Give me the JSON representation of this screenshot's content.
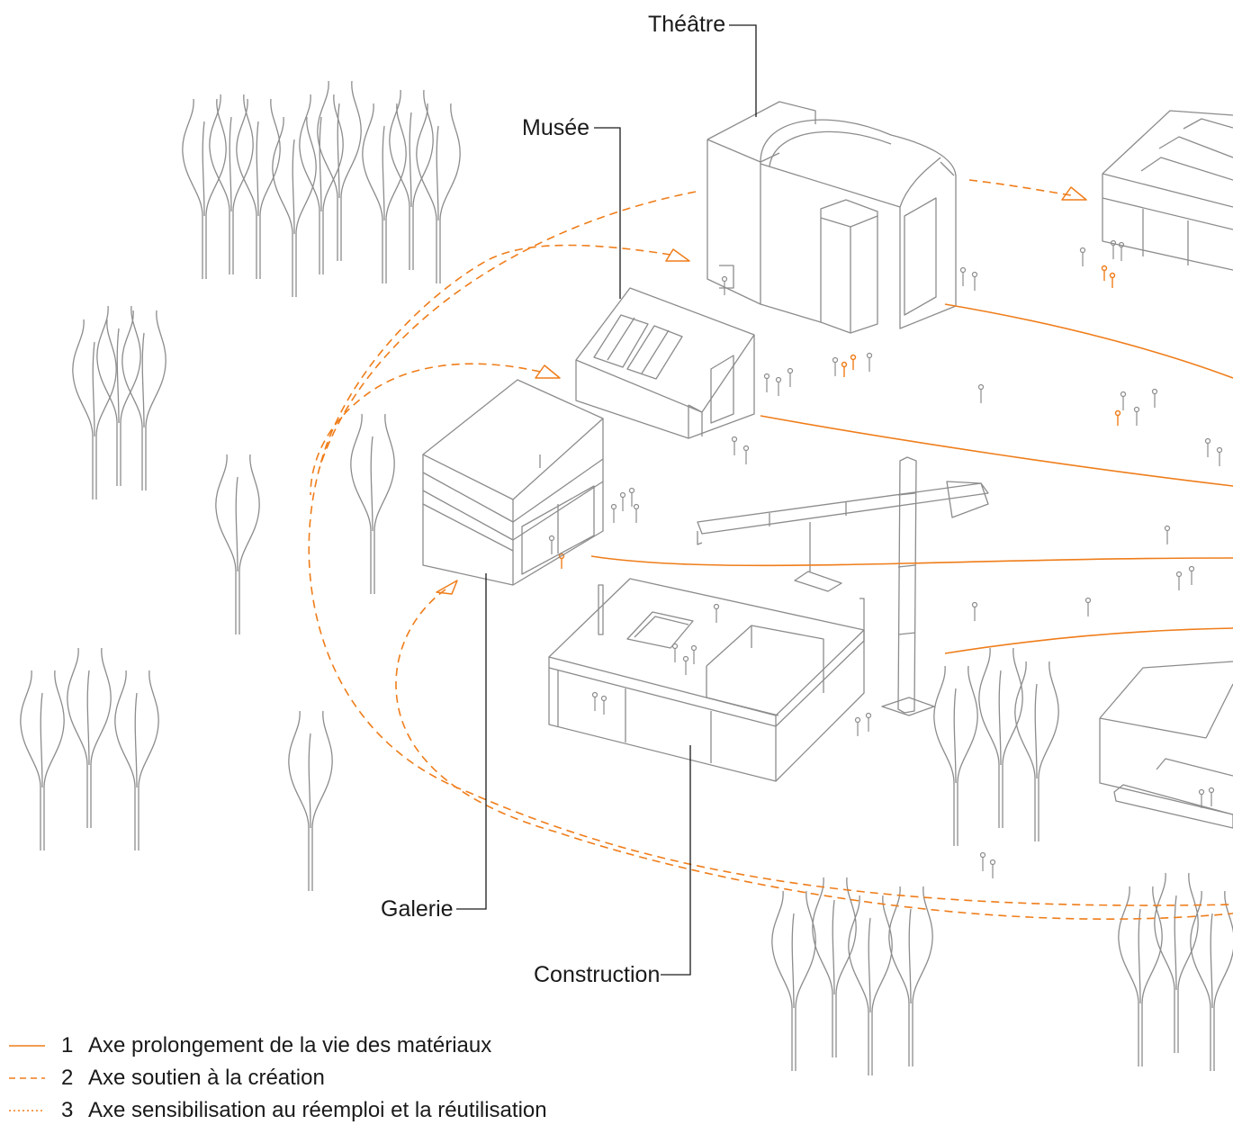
{
  "colors": {
    "line": "#8c8c8c",
    "accent": "#ef7d1a",
    "text": "#1a1a1a",
    "leader": "#1a1a1a"
  },
  "labels": {
    "theatre": "Théâtre",
    "musee": "Musée",
    "galerie": "Galerie",
    "construction": "Construction"
  },
  "legend": [
    {
      "num": "1",
      "text": "Axe prolongement de la vie des matériaux",
      "style": "solid"
    },
    {
      "num": "2",
      "text": "Axe soutien à la création",
      "style": "dashed"
    },
    {
      "num": "3",
      "text": "Axe sensibilisation au réemploi et la réutilisation",
      "style": "dotted"
    }
  ]
}
